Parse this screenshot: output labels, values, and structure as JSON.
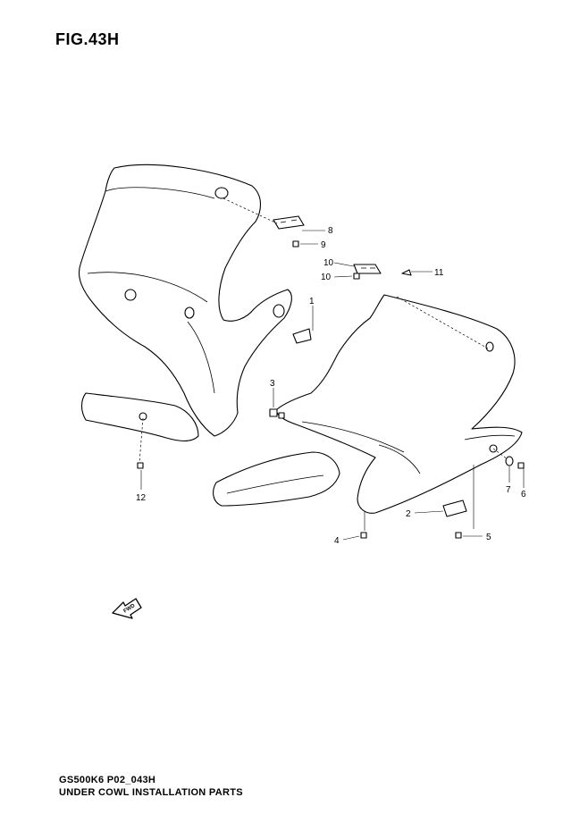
{
  "figure": {
    "title": "FIG.43H",
    "model_code": "GS500K6 P02_043H",
    "caption": "UNDER COWL INSTALLATION PARTS"
  },
  "callouts": [
    "1",
    "2",
    "3",
    "4",
    "5",
    "6",
    "7",
    "8",
    "9",
    "10",
    "10",
    "11",
    "12"
  ],
  "fwd_label": "FWD"
}
